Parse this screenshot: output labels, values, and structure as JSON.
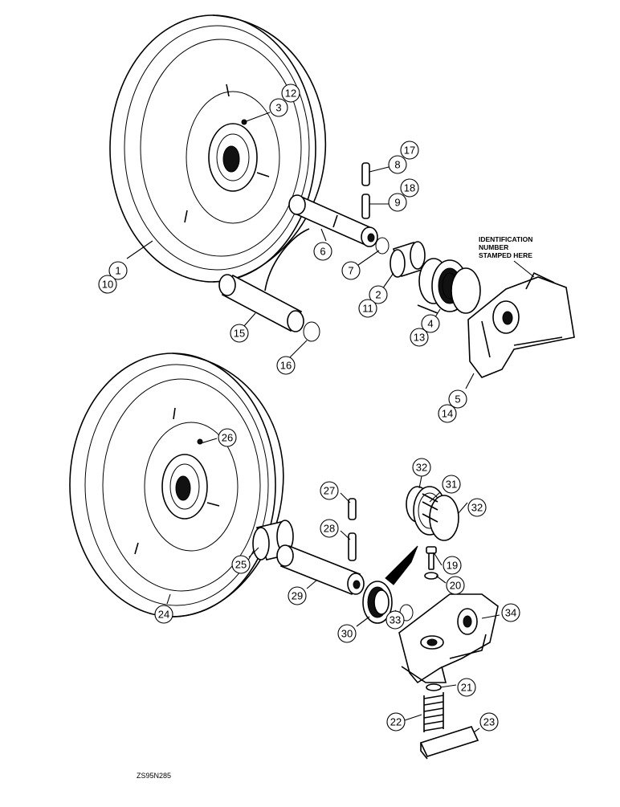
{
  "note": {
    "lines": [
      "IDENTIFICATION",
      "NUMBER",
      "STAMPED HERE"
    ]
  },
  "drawing_code": "ZS95N285",
  "callouts": [
    "1",
    "10",
    "3",
    "12",
    "8",
    "17",
    "9",
    "18",
    "6",
    "7",
    "2",
    "11",
    "4",
    "13",
    "5",
    "14",
    "15",
    "16",
    "26",
    "24",
    "27",
    "28",
    "25",
    "29",
    "30",
    "33",
    "32",
    "31",
    "19",
    "20",
    "34",
    "21",
    "22",
    "23"
  ]
}
